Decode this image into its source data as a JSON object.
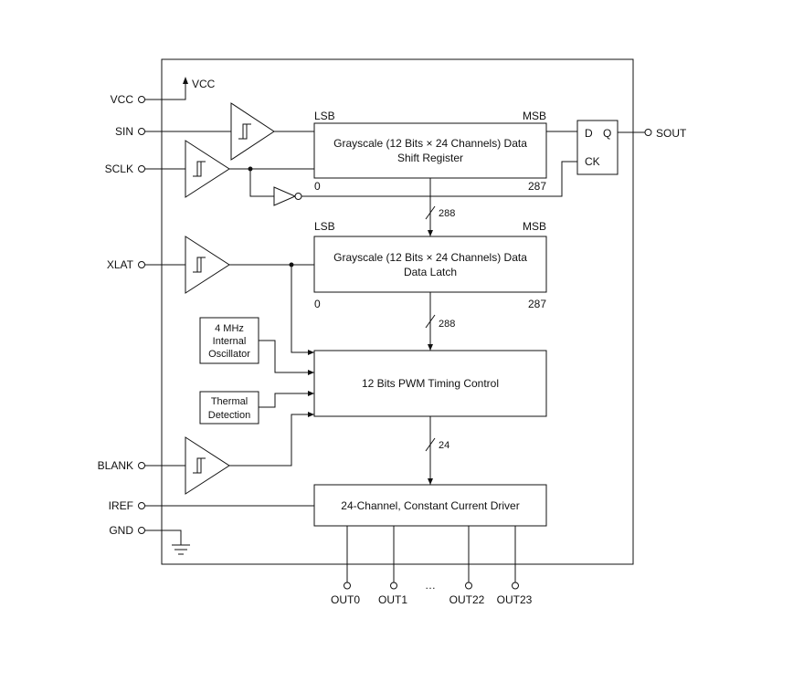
{
  "pins": {
    "vcc": "VCC",
    "vcc_arrow": "VCC",
    "sin": "SIN",
    "sclk": "SCLK",
    "xlat": "XLAT",
    "blank": "BLANK",
    "iref": "IREF",
    "gnd": "GND",
    "sout": "SOUT"
  },
  "shift_register": {
    "line1": "Grayscale (12 Bits × 24 Channels) Data",
    "line2": "Shift Register",
    "lsb": "LSB",
    "msb": "MSB",
    "bit_low": "0",
    "bit_high": "287"
  },
  "data_latch": {
    "line1": "Grayscale (12 Bits × 24 Channels) Data",
    "line2": "Data Latch",
    "lsb": "LSB",
    "msb": "MSB",
    "bit_low": "0",
    "bit_high": "287"
  },
  "flipflop": {
    "d": "D",
    "q": "Q",
    "ck": "CK"
  },
  "oscillator": {
    "line1": "4 MHz",
    "line2": "Internal",
    "line3": "Oscillator"
  },
  "thermal": {
    "line1": "Thermal",
    "line2": "Detection"
  },
  "pwm": {
    "label": "12 Bits PWM Timing Control"
  },
  "driver": {
    "label": "24-Channel, Constant Current Driver"
  },
  "buses": {
    "sr_to_latch": "288",
    "latch_to_pwm": "288",
    "pwm_to_driver": "24"
  },
  "outputs": [
    "OUT0",
    "OUT1",
    "OUT22",
    "OUT23"
  ],
  "ellipsis": "…"
}
